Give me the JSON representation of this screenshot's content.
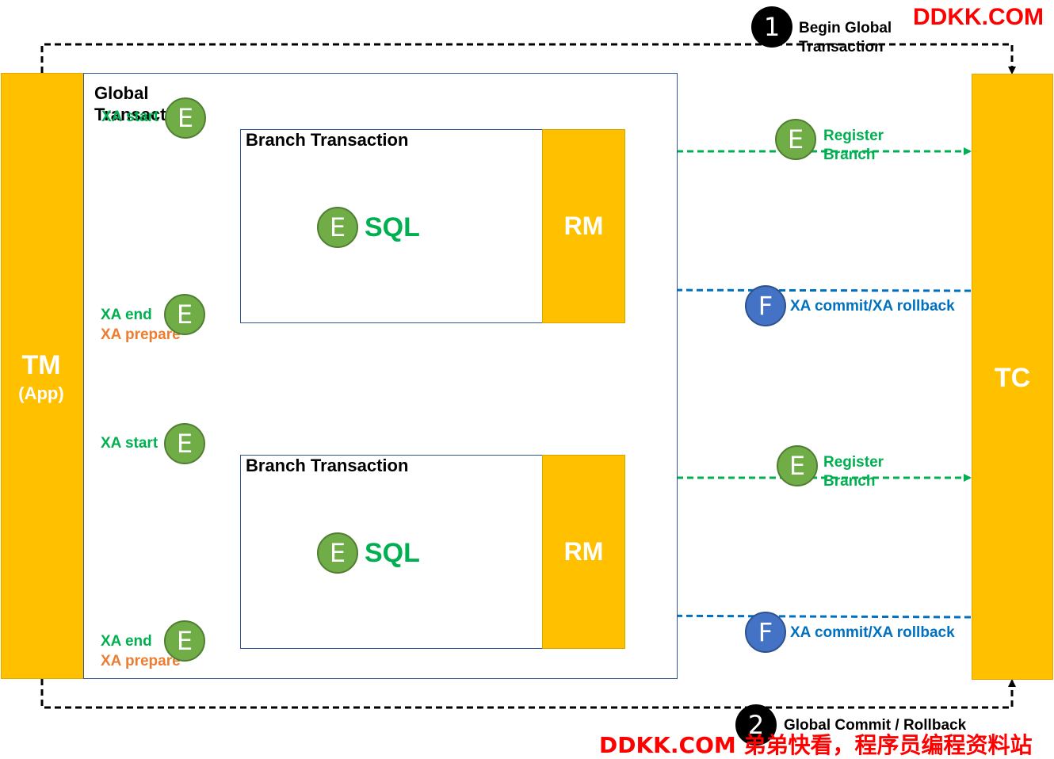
{
  "watermark": {
    "top": "DDKK.COM",
    "bottom": "DDKK.COM 弟弟快看，程序员编程资料站"
  },
  "colors": {
    "participant_fill": "#ffc000",
    "green_arrow": "#00b050",
    "blue_arrow": "#0070c0",
    "orange_text": "#ed7d31",
    "circle_E": "#70ad47",
    "circle_F": "#4472c4",
    "box_border": "#2f5597"
  },
  "tm": {
    "title": "TM",
    "subtitle": "(App)"
  },
  "tc": {
    "title": "TC"
  },
  "global_box": {
    "label": "Global Transaction"
  },
  "steps": {
    "begin": {
      "number": "1",
      "label_line1": "Begin Global",
      "label_line2": "Transaction"
    },
    "end": {
      "number": "2",
      "label": "Global Commit / Rollback"
    }
  },
  "branches": [
    {
      "title": "Branch Transaction",
      "sql_marker": "E",
      "sql": "SQL",
      "rm": "RM",
      "xa_start": "XA start",
      "xa_start_marker": "E",
      "xa_end": "XA end",
      "xa_prepare": "XA prepare",
      "xa_end_marker": "E",
      "register_marker": "E",
      "register_line1": "Register",
      "register_line2": "Branch",
      "commit_marker": "F",
      "commit": "XA commit/XA rollback"
    },
    {
      "title": "Branch Transaction",
      "sql_marker": "E",
      "sql": "SQL",
      "rm": "RM",
      "xa_start": "XA start",
      "xa_start_marker": "E",
      "xa_end": "XA end",
      "xa_prepare": "XA prepare",
      "xa_end_marker": "E",
      "register_marker": "E",
      "register_line1": "Register",
      "register_line2": "Branch",
      "commit_marker": "F",
      "commit": "XA commit/XA rollback"
    }
  ]
}
